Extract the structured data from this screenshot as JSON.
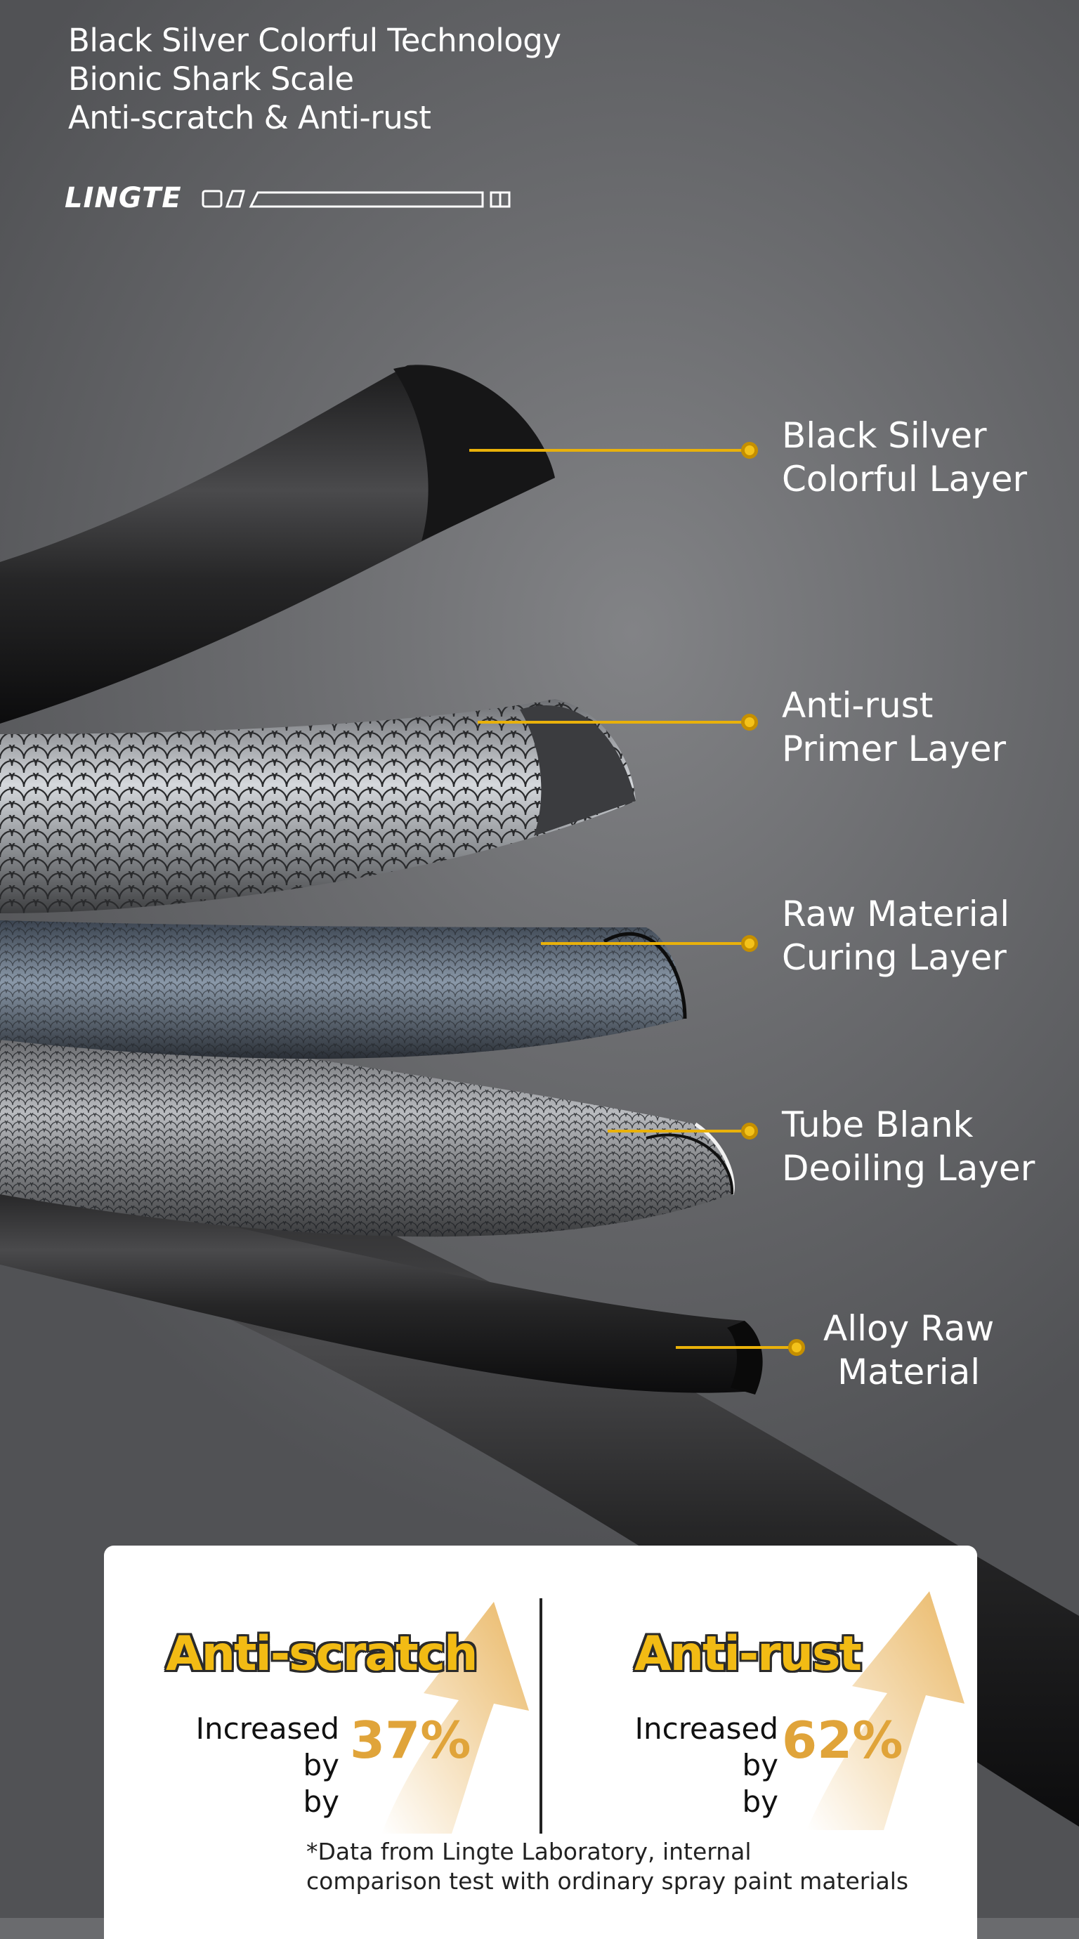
{
  "header": {
    "lines": [
      "Black Silver Colorful Technology",
      "Bionic Shark Scale",
      "Anti-scratch & Anti-rust"
    ]
  },
  "logo": {
    "brand": "LINGTE"
  },
  "layers": [
    {
      "line1": "Black Silver",
      "line2": "Colorful Layer"
    },
    {
      "line1": "Anti-rust",
      "line2": "Primer Layer"
    },
    {
      "line1": "Raw Material",
      "line2": "Curing Layer"
    },
    {
      "line1": "Tube Blank",
      "line2": "Deoiling Layer"
    },
    {
      "line1": "Alloy Raw",
      "line2": "Material"
    }
  ],
  "stats": [
    {
      "title": "Anti-scratch",
      "label_line1": "Increased by",
      "label_line2": "by",
      "value": "37%"
    },
    {
      "title": "Anti-rust",
      "label_line1": "Increased by",
      "label_line2": "by",
      "value": "62%"
    }
  ],
  "footnote": {
    "line1": "*Data from Lingte Laboratory, internal",
    "line2": "comparison test with ordinary spray paint materials"
  },
  "colors": {
    "accent": "#f2bb14",
    "leader": "#e9b10a",
    "value": "#e0a43a"
  }
}
